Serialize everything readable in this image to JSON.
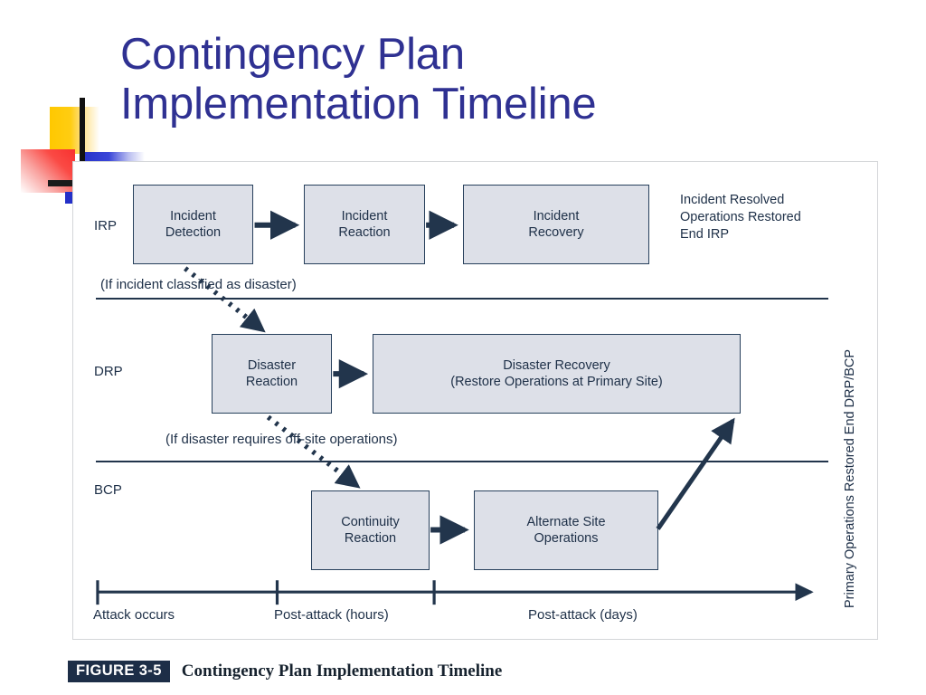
{
  "slide": {
    "title_lines": [
      "Contingency Plan",
      "Implementation Timeline"
    ],
    "title_color": "#2f3192"
  },
  "decoration": {
    "yellow": "#ffc800",
    "red": "#f8312f",
    "blue": "#2430c8",
    "black": "#111111"
  },
  "diagram": {
    "box_fill": "#dde0e8",
    "box_border": "#27405c",
    "line_color": "#22354c",
    "lanes": [
      {
        "label": "IRP"
      },
      {
        "label": "DRP"
      },
      {
        "label": "BCP"
      }
    ],
    "nodes": {
      "incident_detection": "Incident\nDetection",
      "incident_reaction": "Incident\nReaction",
      "incident_recovery": "Incident\nRecovery",
      "disaster_reaction": "Disaster\nReaction",
      "disaster_recovery": "Disaster Recovery\n(Restore Operations at Primary Site)",
      "continuity_reaction": "Continuity\nReaction",
      "alternate_site": "Alternate Site\nOperations"
    },
    "end_note": "Incident Resolved\nOperations Restored\nEnd IRP",
    "conditions": {
      "to_drp": "(If incident classified as disaster)",
      "to_bcp": "(If disaster requires off-site operations)"
    },
    "vertical_label": "Primary Operations Restored End DRP/BCP",
    "timeline": {
      "ticks": [
        "Attack occurs",
        "Post-attack (hours)",
        "Post-attack (days)"
      ]
    }
  },
  "caption": {
    "badge": "FIGURE 3-5",
    "text": "Contingency Plan Implementation Timeline"
  }
}
